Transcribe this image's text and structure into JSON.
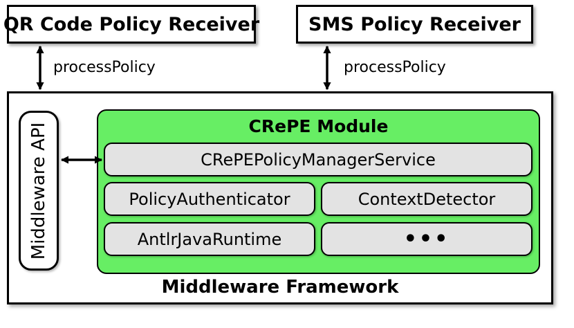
{
  "receivers": {
    "qr": {
      "label": "QR Code Policy Receiver",
      "arrow_label": "processPolicy"
    },
    "sms": {
      "label": "SMS Policy Receiver",
      "arrow_label": "processPolicy"
    }
  },
  "framework": {
    "title": "Middleware Framework",
    "api_label": "Middleware API",
    "module": {
      "title": "CRePE Module",
      "components": {
        "manager": "CRePEPolicyManagerService",
        "authenticator": "PolicyAuthenticator",
        "detector": "ContextDetector",
        "runtime": "AntlrJavaRuntime",
        "more": "•••"
      }
    }
  }
}
